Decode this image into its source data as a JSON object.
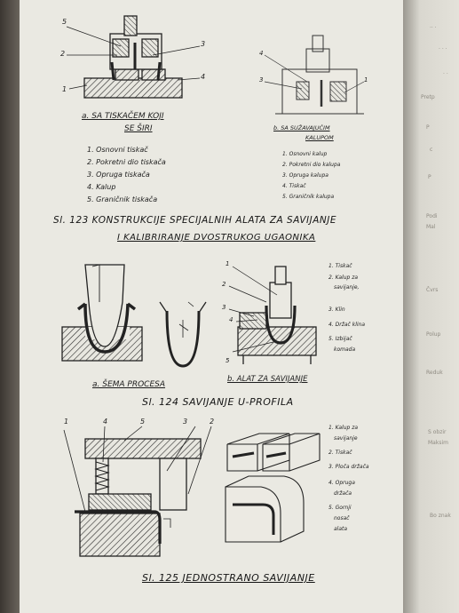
{
  "fig123": {
    "a_caption_line1": "a. SA TISKAČEM KOJI",
    "a_caption_line2": "SE ŠIRI",
    "a_items": [
      "1. Osnovni tiskač",
      "2. Pokretni dio tiskača",
      "3. Opruga tiskača",
      "4. Kalup",
      "5. Graničnik tiskača"
    ],
    "b_caption_line1": "b. SA SUŽAVAJUĆIM",
    "b_caption_line2": "KALUPOM",
    "b_items": [
      "1. Osnovni kalup",
      "2. Pokretni dio kalupa",
      "3. Opruga kalupa",
      "4. Tiskač",
      "5. Graničnik kalupa"
    ],
    "title_line1": "Sl. 123 KONSTRUKCIJE SPECIJALNIH ALATA ZA SAVIJANJE",
    "title_line2": "I KALIBRIRANJE DVOSTRUKOG UGAONIKA",
    "a_callouts": [
      "5",
      "2",
      "3",
      "1",
      "4"
    ],
    "b_callouts": [
      "4",
      "3",
      "1"
    ]
  },
  "fig124": {
    "legend": [
      "1. Tiskač",
      "2. Kalup za",
      "savijanje,",
      "3. Klin",
      "4. Držač klina",
      "5. Izbijač",
      "komada"
    ],
    "caption_a": "a. ŠEMA PROCESA",
    "caption_b": "b. ALAT ZA SAVIJANJE",
    "title": "Sl. 124 SAVIJANJE U-PROFILA",
    "callouts": [
      "1",
      "2",
      "3",
      "4",
      "5"
    ]
  },
  "fig125": {
    "legend": [
      "1. Kalup za",
      "savijanje",
      "2. Tiskač",
      "3. Ploča držača",
      "4. Opruga",
      "držača",
      "5. Gornji",
      "nosač",
      "alata"
    ],
    "title": "Sl. 125 JEDNOSTRANO SAVIJANJE",
    "callouts": [
      "1",
      "4",
      "5",
      "2",
      "3"
    ]
  },
  "right_page": {
    "fragments": [
      "Pretp",
      "P",
      "c",
      "P",
      "Podi",
      "Mal",
      "Čvrs",
      "Polup",
      "Reduk",
      "S obzir",
      "Maksim",
      "Bo znak"
    ]
  }
}
